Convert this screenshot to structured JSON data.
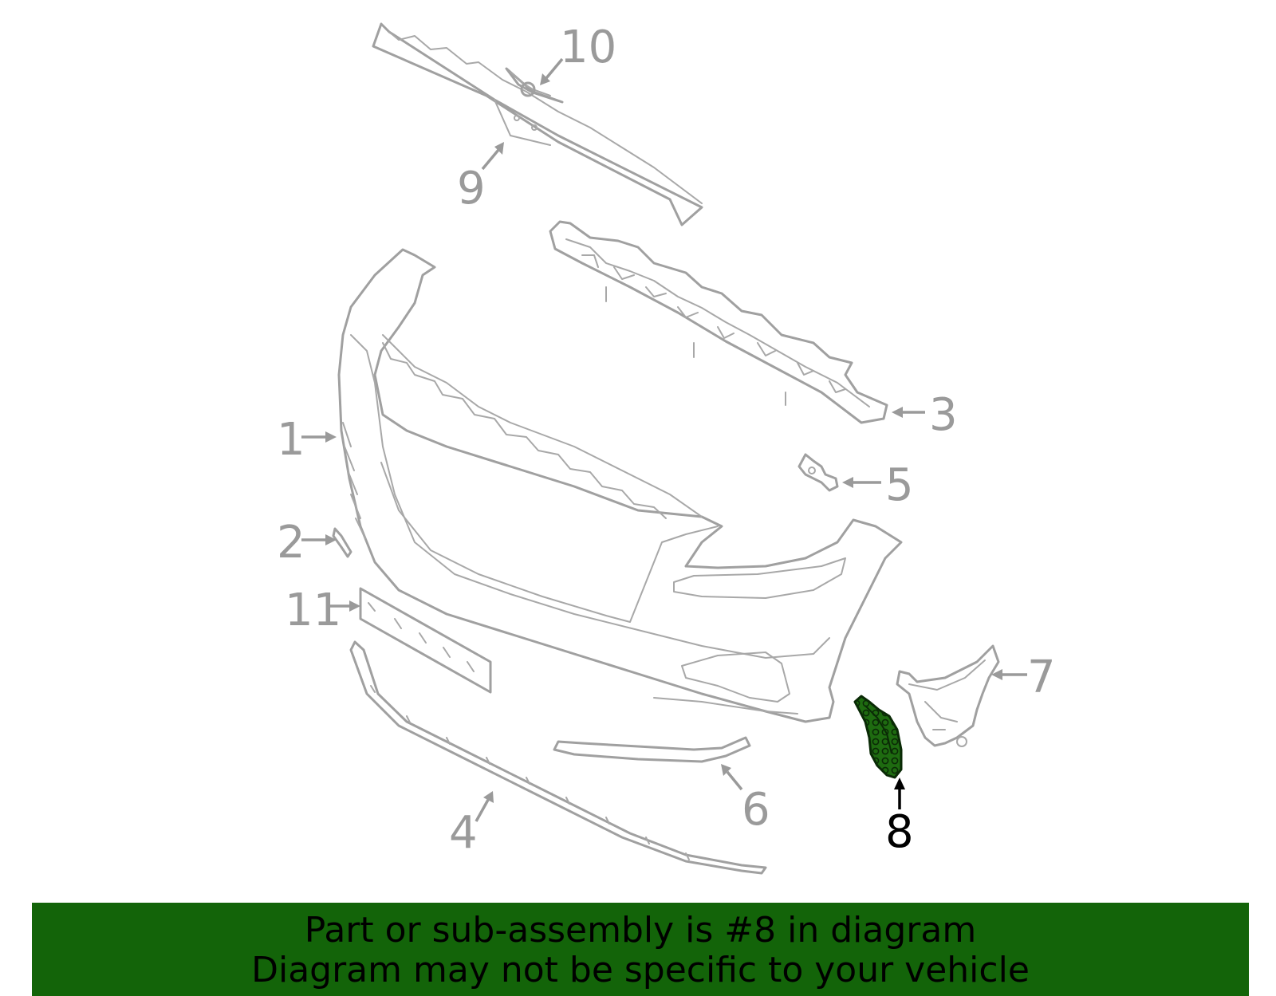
{
  "diagram": {
    "highlighted_part": "8",
    "highlight_color": "#1e6b10",
    "callouts": [
      "1",
      "2",
      "3",
      "4",
      "5",
      "6",
      "7",
      "8",
      "9",
      "10",
      "11"
    ]
  },
  "banner": {
    "line1": "Part or sub-assembly is #8 in diagram",
    "line2": "Diagram may not be specific to your vehicle",
    "background_color": "#136409"
  }
}
